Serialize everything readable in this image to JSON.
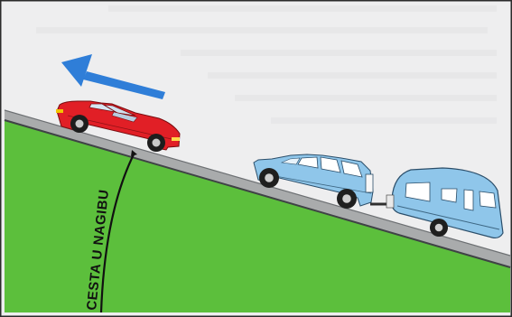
{
  "illustration": {
    "slope_label": "CESTA U NAGIBU",
    "direction_of_travel": "uphill-left",
    "vehicles": [
      "red-car",
      "blue-suv",
      "caravan-trailer"
    ]
  },
  "colors": {
    "sky": "#ededee",
    "grass": "#5cbf3c",
    "road": "#a9abac",
    "road_edge": "#505356",
    "arrow": "#2f7ed8",
    "red_car": "#e11f26",
    "blue_suv": "#8fc6ea",
    "caravan": "#8fc6ea",
    "frame": "#2b2b2b"
  }
}
